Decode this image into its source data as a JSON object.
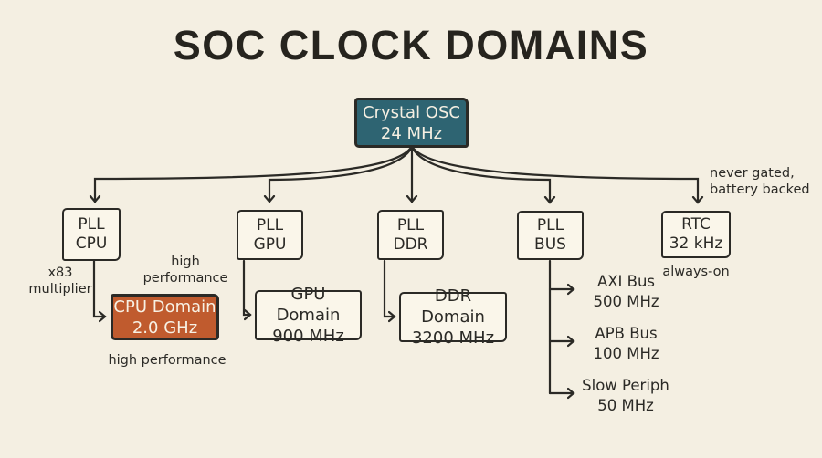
{
  "title": "SOC CLOCK DOMAINS",
  "colors": {
    "background": "#f4efe2",
    "ink": "#2b2a26",
    "osc_teal": "#2e6472",
    "cpu_domain_orange": "#c05b2e",
    "box_fill": "#faf6ea"
  },
  "nodes": {
    "osc": {
      "line1": "Crystal OSC",
      "line2": "24 MHz"
    },
    "pll_cpu": {
      "line1": "PLL",
      "line2": "CPU"
    },
    "pll_gpu": {
      "line1": "PLL",
      "line2": "GPU"
    },
    "pll_ddr": {
      "line1": "PLL",
      "line2": "DDR"
    },
    "pll_bus": {
      "line1": "PLL",
      "line2": "BUS"
    },
    "rtc": {
      "line1": "RTC",
      "line2": "32 kHz"
    },
    "cpu_domain": {
      "line1": "CPU Domain",
      "line2": "2.0 GHz"
    },
    "gpu_domain": {
      "line1": "GPU Domain",
      "line2": "900 MHz"
    },
    "ddr_domain": {
      "line1": "DDR Domain",
      "line2": "3200 MHz"
    }
  },
  "bus_outputs": [
    {
      "line1": "AXI Bus",
      "line2": "500 MHz"
    },
    {
      "line1": "APB Bus",
      "line2": "100 MHz"
    },
    {
      "line1": "Slow Periph",
      "line2": "50 MHz"
    }
  ],
  "annotations": {
    "never_gated_line1": "never gated,",
    "never_gated_line2": "battery backed",
    "always_on": "always-on",
    "multiplier_line1": "x83",
    "multiplier_line2": "multiplier",
    "high_perf_above_line1": "high",
    "high_perf_above_line2": "performance",
    "high_perf_below": "high performance"
  }
}
